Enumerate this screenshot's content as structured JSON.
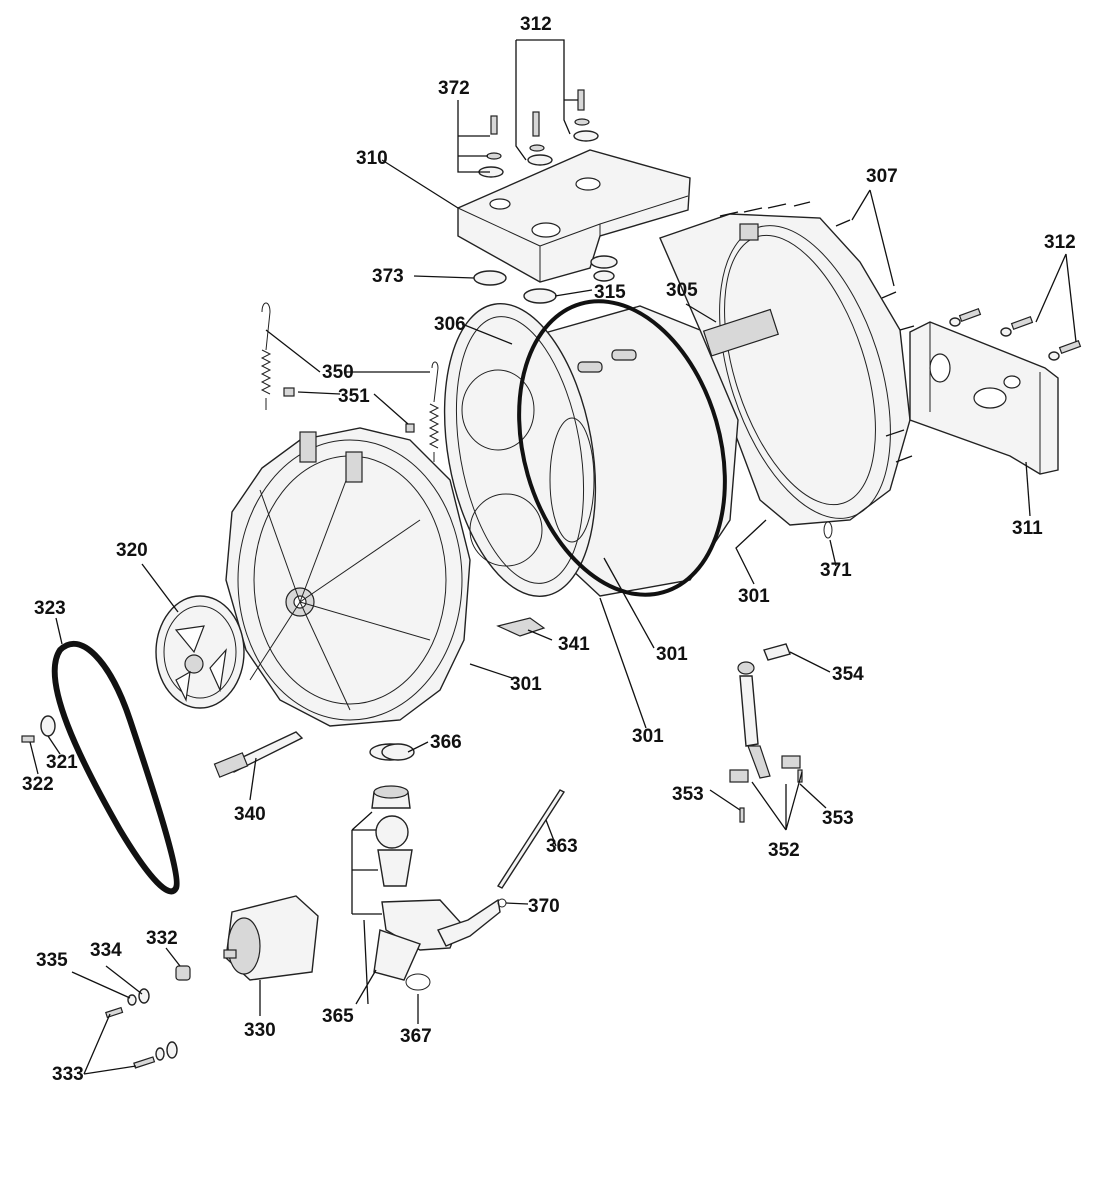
{
  "labels": {
    "p301a": "301",
    "p301b": "301",
    "p301c": "301",
    "p301d": "301",
    "p305": "305",
    "p306": "306",
    "p307": "307",
    "p310": "310",
    "p311": "311",
    "p312a": "312",
    "p312b": "312",
    "p315": "315",
    "p320": "320",
    "p321": "321",
    "p322": "322",
    "p323": "323",
    "p330": "330",
    "p332": "332",
    "p333": "333",
    "p334": "334",
    "p335": "335",
    "p340": "340",
    "p341": "341",
    "p350": "350",
    "p351": "351",
    "p352": "352",
    "p353a": "353",
    "p353b": "353",
    "p354": "354",
    "p363": "363",
    "p365": "365",
    "p366": "366",
    "p367": "367",
    "p370": "370",
    "p371": "371",
    "p372": "372",
    "p373": "373"
  }
}
